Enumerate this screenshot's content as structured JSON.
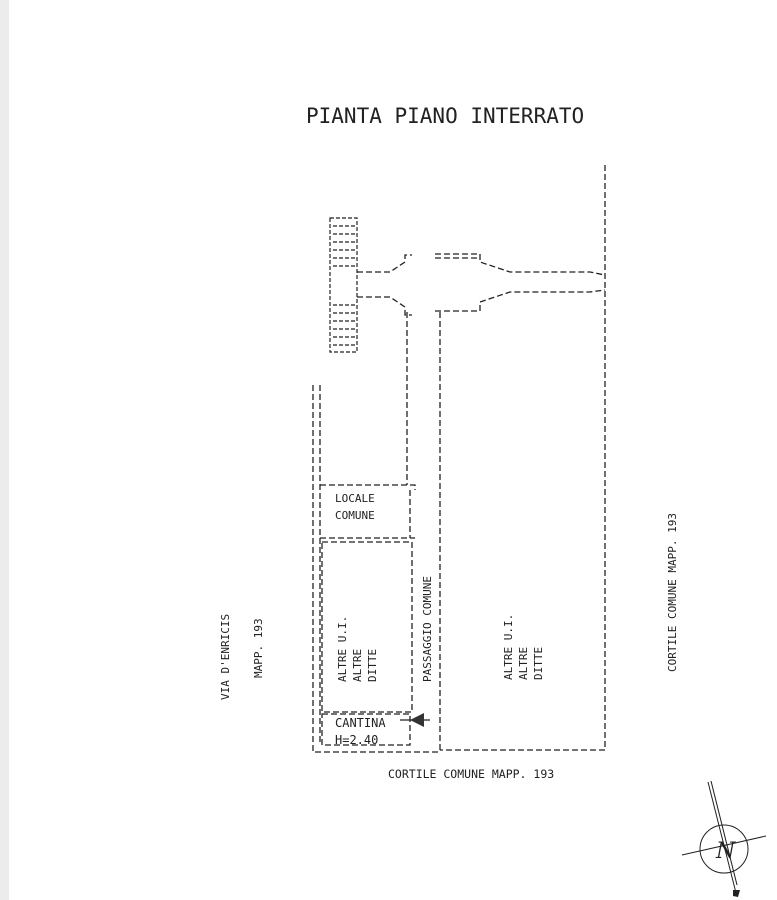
{
  "title": "PIANTA PIANO INTERRATO",
  "labels": {
    "locale_comune": [
      "LOCALE",
      "COMUNE"
    ],
    "altre_left": [
      "ALTRE U.I.",
      "ALTRE",
      "DITTE"
    ],
    "passaggio": "PASSAGGIO COMUNE",
    "altre_right": [
      "ALTRE U.I.",
      "ALTRE",
      "DITTE"
    ],
    "cantina": [
      "CANTINA",
      "H=2.40"
    ],
    "via": "VIA D'ENRICIS",
    "mapp_left": "MAPP. 193",
    "cortile_right": "CORTILE COMUNE MAPP. 193",
    "cortile_bottom": "CORTILE COMUNE MAPP. 193",
    "north": "N"
  }
}
